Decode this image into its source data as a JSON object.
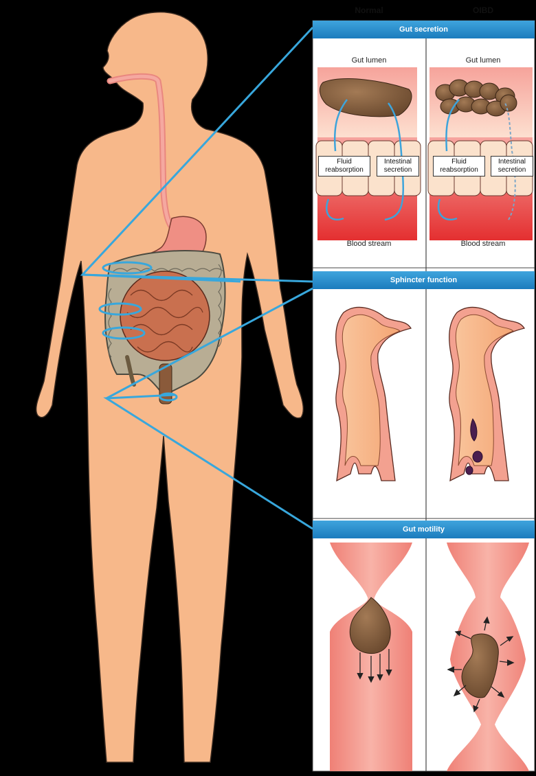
{
  "columns": {
    "normal": "Normal",
    "oibd": "OIBD"
  },
  "panels": {
    "gut_secretion": {
      "title": "Gut secretion",
      "gut_lumen": "Gut lumen",
      "fluid_reabsorption": "Fluid reabsorption",
      "intestinal_secretion": "Intestinal secretion",
      "blood_stream": "Blood stream"
    },
    "sphincter_function": {
      "title": "Sphincter function"
    },
    "gut_motility": {
      "title": "Gut motility"
    }
  },
  "colors": {
    "skin": "#f7b88a",
    "banner": "#2a8fd0",
    "callout": "#38a7dc",
    "tissue": "#f28b86",
    "feces": "#7a5a3c",
    "blood": "#e53b3b"
  }
}
